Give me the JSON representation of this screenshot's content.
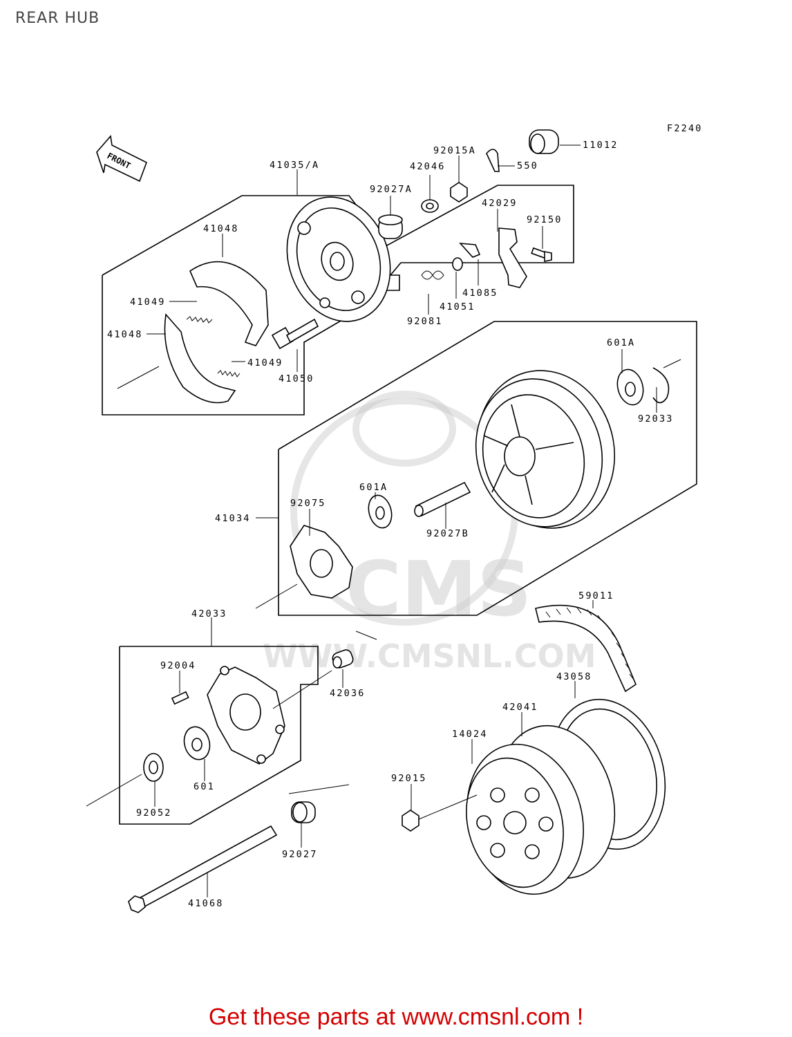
{
  "page": {
    "title": "REAR HUB"
  },
  "diagram": {
    "code": "F2240",
    "front_arrow_text": "FRONT",
    "watermark": {
      "logo_text": "CMS",
      "url_text": "WWW.CMSNL.COM"
    },
    "part_labels": [
      "11012",
      "92015A",
      "550",
      "42046",
      "41035/A",
      "92027A",
      "42029",
      "92150",
      "41048",
      "41049",
      "41048",
      "41049",
      "41050",
      "92081",
      "41051",
      "41085",
      "601A",
      "92033",
      "41034",
      "92075",
      "601A",
      "92027B",
      "42033",
      "59011",
      "92004",
      "42036",
      "43058",
      "42041",
      "14024",
      "601",
      "92052",
      "92015",
      "92027",
      "41068"
    ]
  },
  "footer": {
    "banner": "Get these parts at www.cmsnl.com !"
  }
}
